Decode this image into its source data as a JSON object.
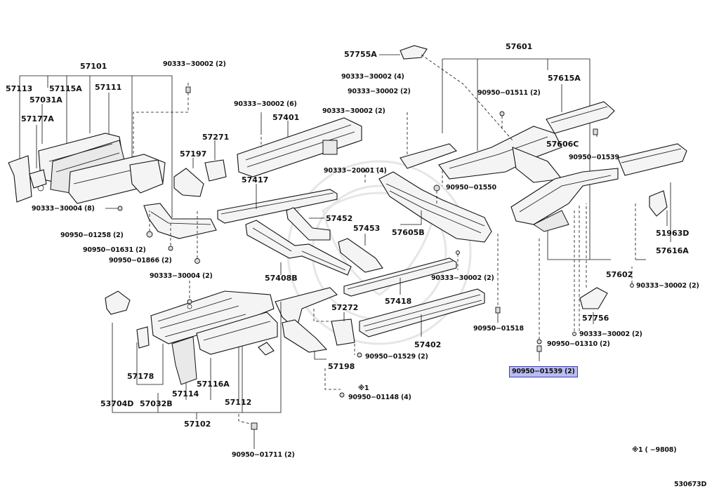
{
  "labels": {
    "p57101": "57101",
    "p57113": "57113",
    "p57115A": "57115A",
    "p57031A": "57031A",
    "p57111": "57111",
    "p57177A": "57177A",
    "b90333_30002_2_top": "90333−30002 (2)",
    "b90333_30002_6": "90333−30002 (6)",
    "p57401": "57401",
    "p57271": "57271",
    "p57197": "57197",
    "p57417": "57417",
    "b90333_30004_8": "90333−30004 (8)",
    "b90950_01258_2": "90950−01258 (2)",
    "b90950_01631_2": "90950−01631 (2)",
    "b90950_01866_2": "90950−01866 (2)",
    "p57452": "57452",
    "p57453": "57453",
    "p57408B": "57408B",
    "p57755A": "57755A",
    "b90333_30002_4": "90333−30002 (4)",
    "b90333_30002_2_b": "90333−30002 (2)",
    "b90333_30002_2_c": "90333−30002 (2)",
    "b90333_20001_4": "90333−20001 (4)",
    "p57605B": "57605B",
    "b90950_01550": "90950−01550",
    "p57601": "57601",
    "p57615A": "57615A",
    "b90950_01511_2": "90950−01511 (2)",
    "b90950_01539_top": "90950−01539",
    "p57606C": "57606C",
    "p51963D": "51963D",
    "p57616A": "57616A",
    "p57602": "57602",
    "b90333_30002_2_right": "90333−30002 (2)",
    "p57756": "57756",
    "b90333_30002_2_d": "90333−30002 (2)",
    "b90950_01310_2": "90950−01310 (2)",
    "b90950_01539_2": "90950−01539 (2)",
    "b90333_30002_2_mid": "90333−30002 (2)",
    "b90950_01518": "90950−01518",
    "p57418": "57418",
    "p57402": "57402",
    "p57272": "57272",
    "b90950_01529_2": "90950−01529 (2)",
    "p57198": "57198",
    "b90333_30004_2": "90333−30004 (2)",
    "p57178": "57178",
    "p57116A": "57116A",
    "p57114": "57114",
    "p57112": "57112",
    "p53704D": "53704D",
    "p57032B": "57032B",
    "p57102": "57102",
    "note_mark": "※1",
    "b90950_01148_4": "90950−01148 (4)",
    "b90950_01711_2": "90950−01711 (2)",
    "footnote": "※1 (      −9808)",
    "diagram_code": "530673D"
  },
  "colors": {
    "highlight_bg": "#b9bdf2",
    "highlight_border": "#3a3fb0",
    "line": "#111111",
    "part_fill": "#f4f4f4"
  },
  "selected_part": "90950−01539 (2)"
}
